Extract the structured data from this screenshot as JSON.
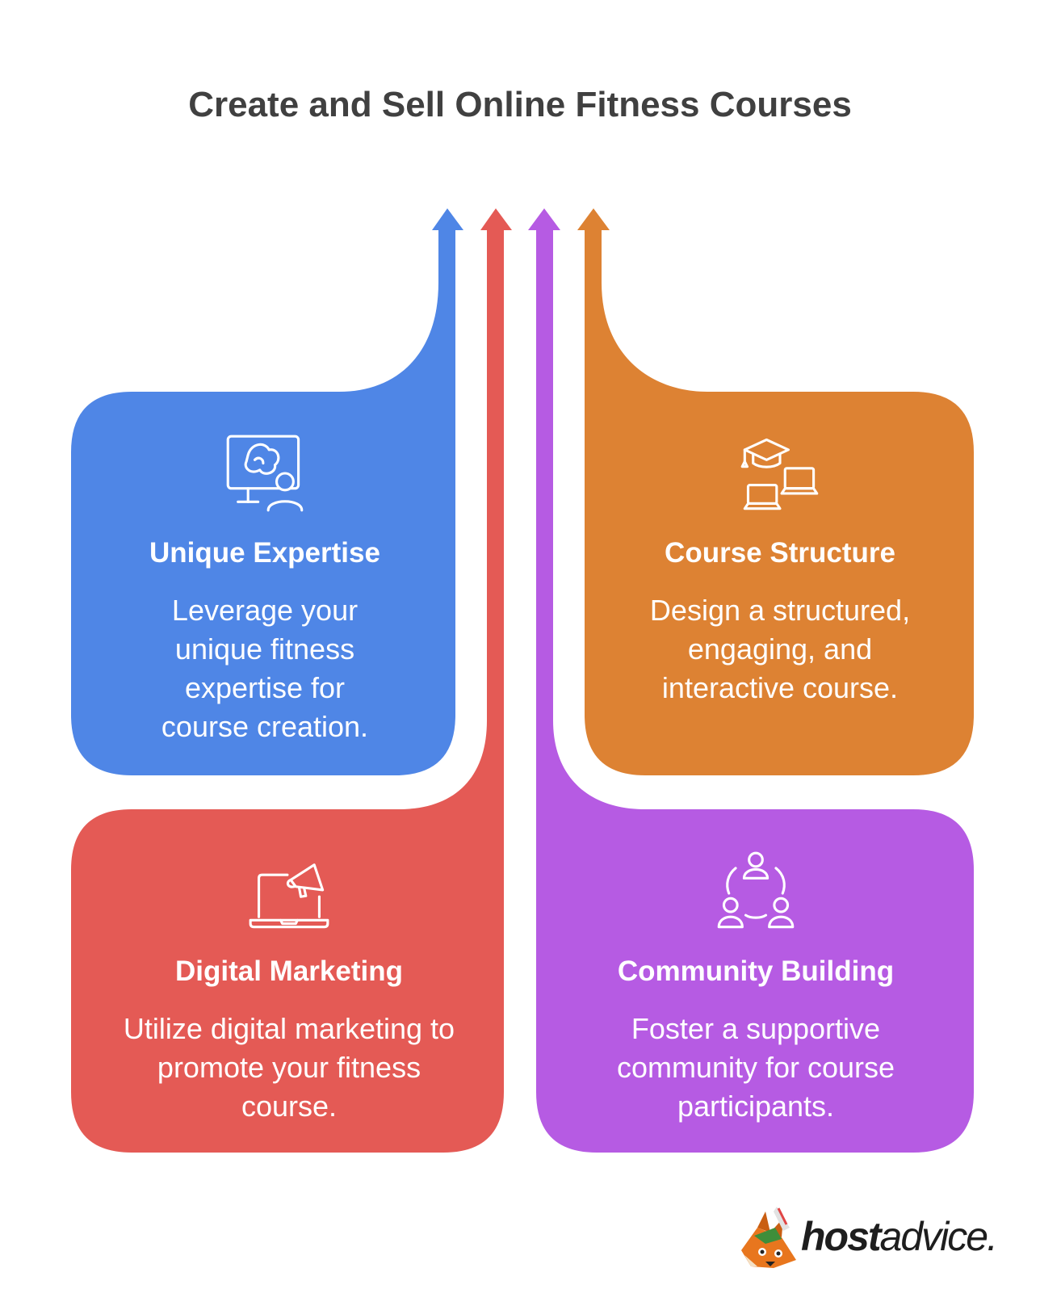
{
  "title": "Create and Sell Online Fitness Courses",
  "colors": {
    "blue": "#4F86E6",
    "red": "#E45A55",
    "purple": "#B65BE3",
    "orange": "#DD8233",
    "title": "#404040"
  },
  "cards": [
    {
      "heading": "Unique Expertise",
      "description": "Leverage your unique fitness expertise for course creation.",
      "icon": "presenter-screen-icon",
      "color": "#4F86E6"
    },
    {
      "heading": "Course Structure",
      "description": "Design a structured, engaging, and interactive course.",
      "icon": "graduation-laptops-icon",
      "color": "#DD8233"
    },
    {
      "heading": "Digital Marketing",
      "description": "Utilize digital marketing to promote your fitness course.",
      "icon": "laptop-megaphone-icon",
      "color": "#E45A55"
    },
    {
      "heading": "Community Building",
      "description": "Foster a supportive community for course participants.",
      "icon": "people-community-icon",
      "color": "#B65BE3"
    }
  ],
  "brand": {
    "name_bold": "host",
    "name_regular": "advice."
  }
}
